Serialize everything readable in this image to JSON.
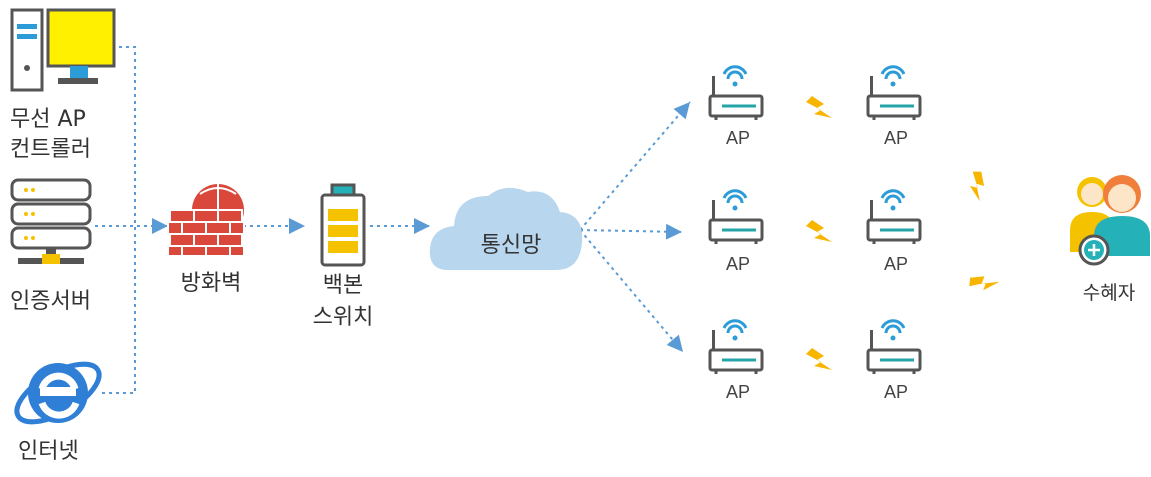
{
  "labels": {
    "controller_line1": "무선 AP",
    "controller_line2": "컨트롤러",
    "auth_server": "인증서버",
    "internet": "인터넷",
    "firewall": "방화벽",
    "switch_line1": "백본",
    "switch_line2": "스위치",
    "network": "통신망",
    "beneficiary": "수혜자",
    "ap": "AP"
  },
  "colors": {
    "line": "#5b9bd5",
    "cloud": "#b8d6ee",
    "firewall": "#d9483b",
    "battery": "#f5c200",
    "lightning": "#f7b500",
    "monitor": "#fff000",
    "server": "#555555",
    "ie": "#2f7fd6",
    "wifi": "#2b9cd8",
    "person_orange": "#f07f3c",
    "person_teal": "#24b2b8"
  }
}
